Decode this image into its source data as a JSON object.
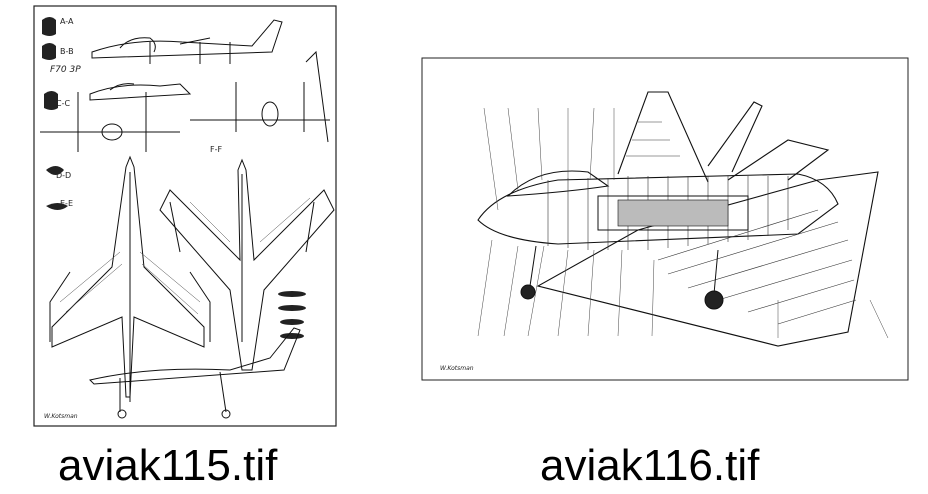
{
  "files": [
    {
      "name": "aviak115.tif",
      "sheet_labels": [
        "A-A",
        "B-B",
        "C-C",
        "D-D",
        "E-E",
        "F-F",
        "F70 3P"
      ],
      "signature": "W.Kotsman"
    },
    {
      "name": "aviak116.tif",
      "signature": "W.Kotsman"
    }
  ],
  "colors": {
    "ink": "#111111",
    "paper": "#ffffff",
    "caption": "#000000"
  }
}
